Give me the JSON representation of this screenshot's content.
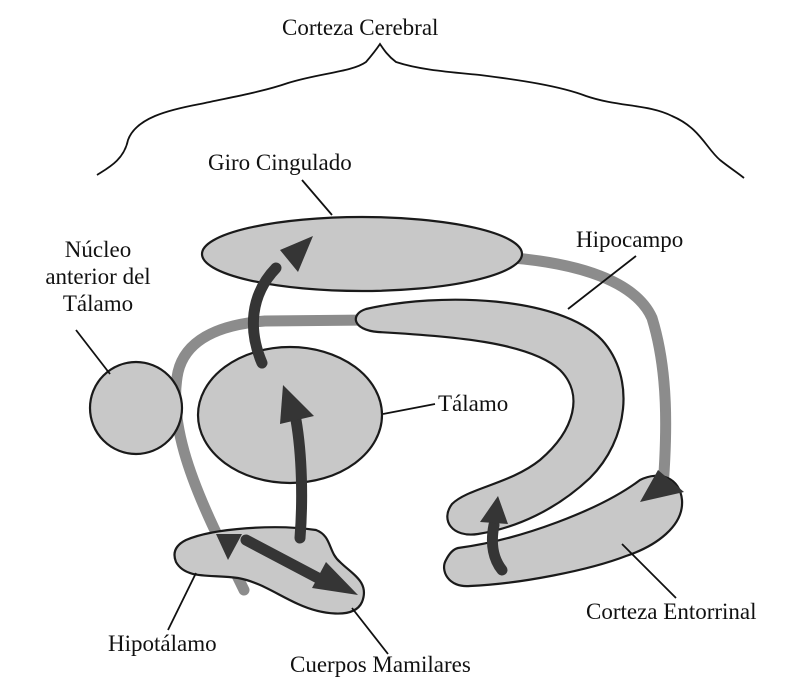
{
  "diagram": {
    "labels": {
      "corteza_cerebral": "Corteza Cerebral",
      "giro_cingulado": "Giro Cingulado",
      "nucleo_line1": "Núcleo",
      "nucleo_line2": "anterior del",
      "nucleo_line3": "Tálamo",
      "hipocampo": "Hipocampo",
      "talamo": "Tálamo",
      "corteza_entorrinal": "Corteza Entorrinal",
      "hipotalamo": "Hipotálamo",
      "cuerpos_mamilares": "Cuerpos Mamilares"
    },
    "colors": {
      "structure_fill": "#c8c8c8",
      "pathway": "#8c8c8c",
      "arrow": "#353535",
      "outline": "#1a1a1a"
    }
  }
}
